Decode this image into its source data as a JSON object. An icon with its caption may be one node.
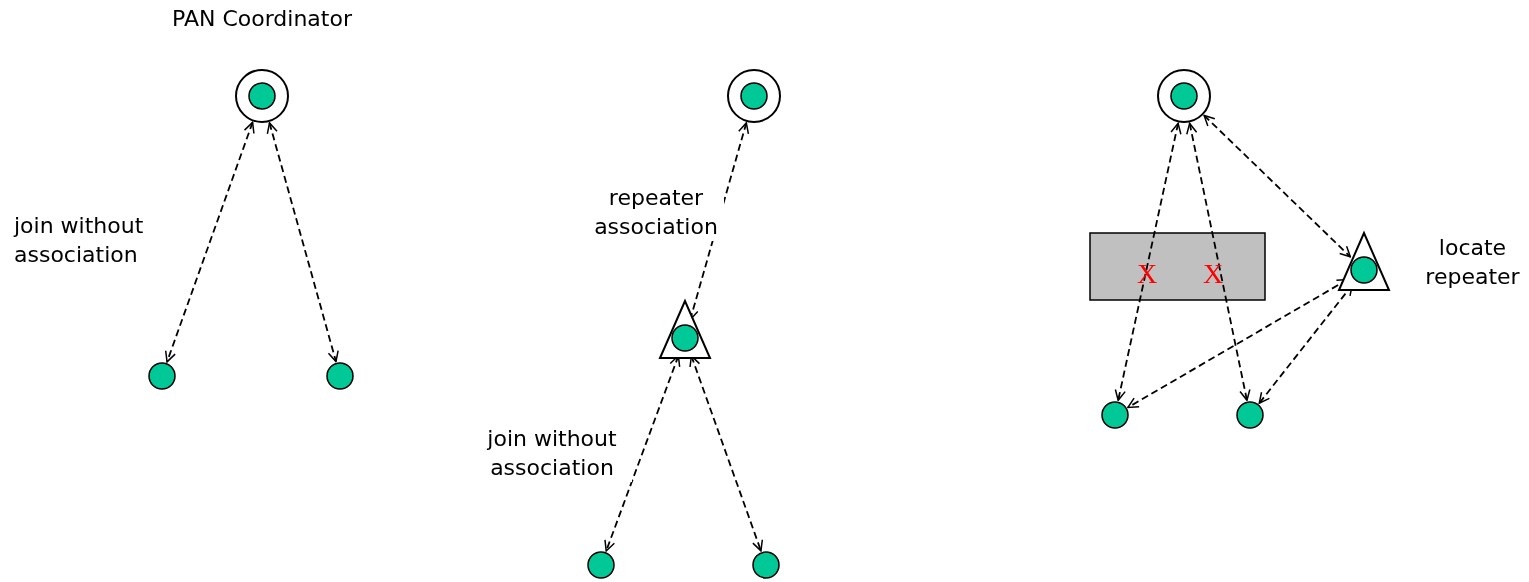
{
  "diagram": {
    "nodes": [
      {
        "text": [
          "PAN Coordinator"
        ]
      },
      {
        "text": [],
        "shape": "circle"
      },
      {
        "text": [],
        "shape": "circle"
      },
      {
        "text": [],
        "shape": "circle"
      },
      {
        "text": [],
        "shape": "triangle"
      },
      {
        "text": [],
        "shape": "circle"
      },
      {
        "text": [],
        "shape": "circle"
      },
      {
        "text": [],
        "shape": "circle"
      },
      {
        "text": [],
        "shape": "triangle",
        "beside": [
          "locate repeater"
        ]
      },
      {
        "text": [],
        "shape": "circle"
      },
      {
        "text": [],
        "shape": "circle"
      }
    ],
    "edges": [
      {
        "from": 0,
        "to": 1,
        "arrow": "both",
        "style": "dashed",
        "label": "join without association"
      },
      {
        "from": 0,
        "to": 2,
        "arrow": "both",
        "style": "dashed"
      },
      {
        "from": 3,
        "to": 4,
        "arrow": "both",
        "style": "dashed",
        "label": "repeater association"
      },
      {
        "from": 4,
        "to": 5,
        "arrow": "both",
        "style": "dashed",
        "label": "join without association"
      },
      {
        "from": 4,
        "to": 6,
        "arrow": "both",
        "style": "dashed"
      },
      {
        "from": 7,
        "to": 9,
        "arrow": "both",
        "style": "dashed",
        "label": "X"
      },
      {
        "from": 7,
        "to": 10,
        "arrow": "both",
        "style": "dashed",
        "label": "X"
      },
      {
        "from": 7,
        "to": 8,
        "arrow": "both",
        "style": "dashed"
      },
      {
        "from": 8,
        "to": 9,
        "arrow": "both",
        "style": "dashed"
      },
      {
        "from": 8,
        "to": 10,
        "arrow": "both",
        "style": "dashed"
      }
    ]
  }
}
